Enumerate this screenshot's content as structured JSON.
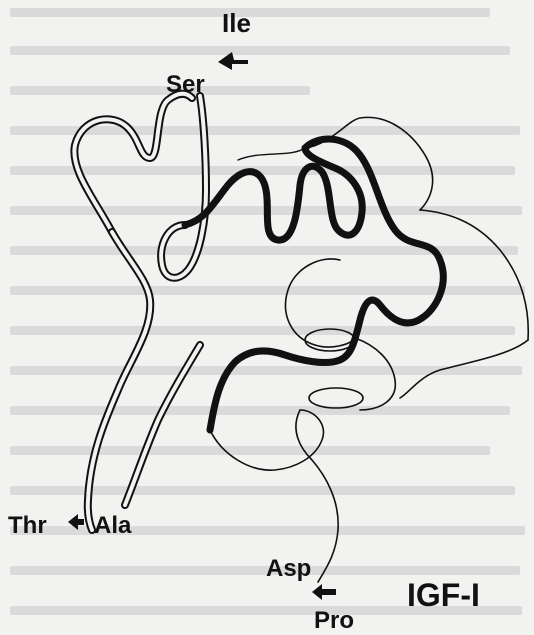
{
  "figure": {
    "title": "IGF-I",
    "labels": {
      "ile": "Ile",
      "ser": "Ser",
      "thr": "Thr",
      "ala": "Ala",
      "asp": "Asp",
      "pro": "Pro"
    }
  },
  "colors": {
    "paper": "#f2f2f0",
    "ink": "#111111",
    "faint_text": "#d9d9d9"
  }
}
